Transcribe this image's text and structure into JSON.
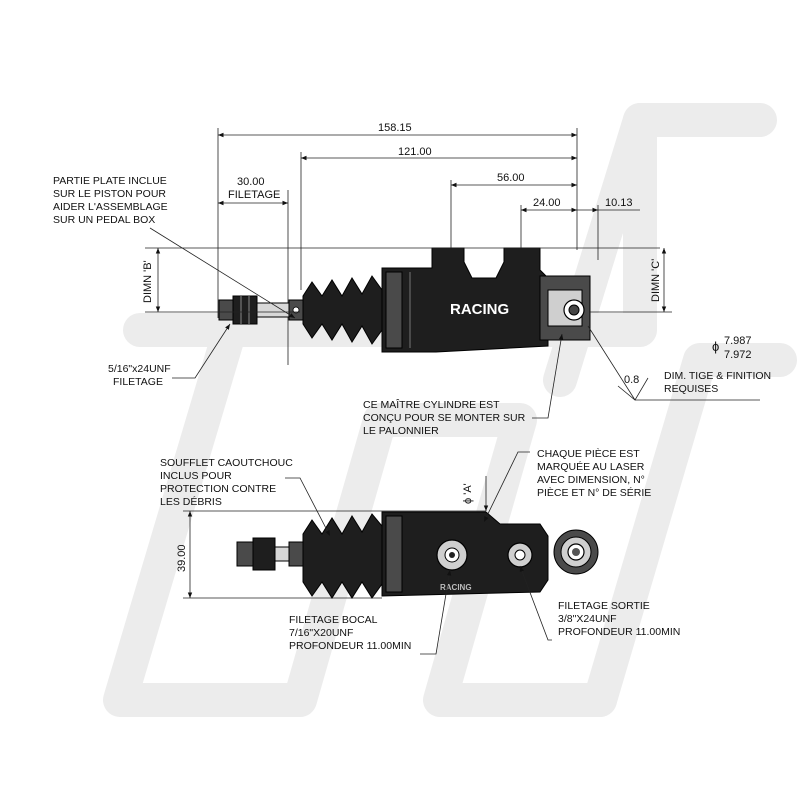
{
  "dimensions": {
    "overall": "158.15",
    "body": "121.00",
    "mid": "56.00",
    "port": "24.00",
    "end": "10.13",
    "thread": "30.00",
    "thread_label": "FILETAGE",
    "dimn_b": "DIMN 'B'",
    "dimn_c": "DIMN 'C'",
    "height": "39.00",
    "phi_a": "ϕ 'A'",
    "bore_dia_symbol": "ϕ",
    "bore_max": "7.987",
    "bore_min": "7.972",
    "surface": "0.8"
  },
  "notes": {
    "flat_part": [
      "PARTIE PLATE INCLUE",
      "SUR LE PISTON POUR",
      "AIDER L'ASSEMBLAGE",
      "SUR UN PEDAL BOX"
    ],
    "rod_thread": [
      "5/16\"x24UNF",
      "FILETAGE"
    ],
    "pedal_mount": [
      "CE MAÎTRE CYLINDRE EST",
      "CONÇU POUR SE MONTER SUR",
      "LE PALONNIER"
    ],
    "rod_finish": [
      "DIM. TIGE & FINITION",
      "REQUISES"
    ],
    "laser_mark": [
      "CHAQUE PIÈCE EST",
      "MARQUÉE AU LASER",
      "AVEC DIMENSION, N°",
      "PIÈCE ET N° DE SÉRIE"
    ],
    "boot": [
      "SOUFFLET CAOUTCHOUC",
      "INCLUS POUR",
      "PROTECTION CONTRE",
      "LES DÉBRIS"
    ],
    "inlet_thread": [
      "FILETAGE BOCAL",
      "7/16\"X20UNF",
      "PROFONDEUR 11.00MIN"
    ],
    "outlet_thread": [
      "FILETAGE SORTIE",
      "3/8\"X24UNF",
      "PROFONDEUR 11.00MIN"
    ]
  },
  "brand": {
    "logo_text": "RACING",
    "side_marking": "RACING"
  },
  "watermark": {
    "color": "#ececec"
  }
}
